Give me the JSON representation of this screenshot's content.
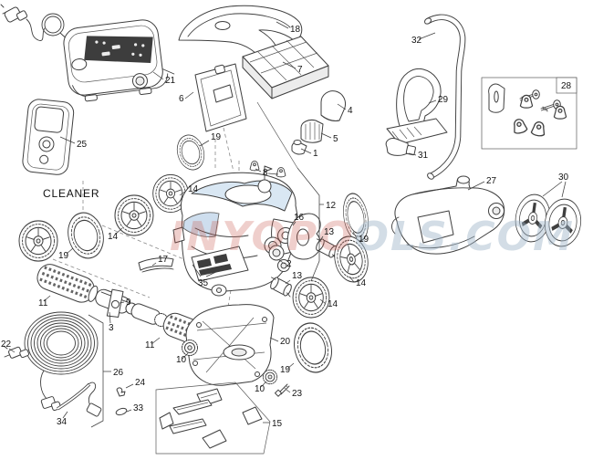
{
  "diagram": {
    "section_label": "CLEANER",
    "watermark": {
      "left": "INYOPO",
      "right": "OLS.COM"
    },
    "callouts": [
      "21",
      "25",
      "18",
      "7",
      "6",
      "4",
      "5",
      "1",
      "8",
      "19",
      "14",
      "14",
      "19",
      "12",
      "16",
      "13",
      "2",
      "13",
      "14",
      "19",
      "14",
      "19",
      "10",
      "10",
      "23",
      "20",
      "15",
      "17",
      "9",
      "3",
      "11",
      "11",
      "22",
      "26",
      "24",
      "33",
      "34",
      "35",
      "28",
      "29",
      "31",
      "32",
      "27",
      "30"
    ]
  },
  "colors": {
    "background": "#ffffff",
    "line": "#3f3f3f",
    "body_blue": "#d9e7f3",
    "panel_dark": "#2d2d2d",
    "watermark_red": "#c9574a",
    "watermark_gray_blue": "#9fb6c9"
  }
}
